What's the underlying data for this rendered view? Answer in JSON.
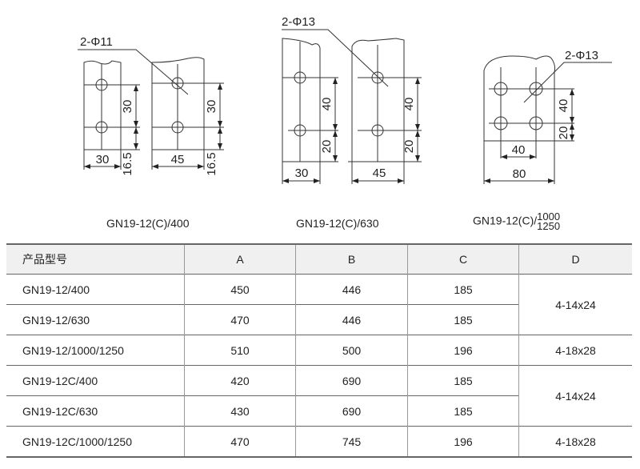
{
  "drawings": [
    {
      "model": "GN19-12(C)/400",
      "hole_label": "2-Φ11",
      "widths": [
        "30",
        "45"
      ],
      "spacing": "30",
      "edge": "16.5"
    },
    {
      "model": "GN19-12(C)/630",
      "hole_label": "2-Φ13",
      "widths": [
        "30",
        "45"
      ],
      "spacing": "40",
      "edge": "20"
    },
    {
      "model_prefix": "GN19-12(C)/",
      "model_num": "1000",
      "model_den": "1250",
      "hole_label": "2-Φ13",
      "inner_width": "40",
      "outer_width": "80",
      "spacing": "40",
      "edge": "20"
    }
  ],
  "table": {
    "headers": [
      "产品型号",
      "A",
      "B",
      "C",
      "D"
    ],
    "rows": [
      {
        "model": "GN19-12/400",
        "a": "450",
        "b": "446",
        "c": "185"
      },
      {
        "model": "GN19-12/630",
        "a": "470",
        "b": "446",
        "c": "185"
      },
      {
        "model": "GN19-12/1000/1250",
        "a": "510",
        "b": "500",
        "c": "196"
      },
      {
        "model": "GN19-12C/400",
        "a": "420",
        "b": "690",
        "c": "185"
      },
      {
        "model": "GN19-12C/630",
        "a": "430",
        "b": "690",
        "c": "185"
      },
      {
        "model": "GN19-12C/1000/1250",
        "a": "470",
        "b": "745",
        "c": "196"
      }
    ],
    "d_values": [
      "4-14x24",
      "4-18x28",
      "4-14x24",
      "4-18x28"
    ]
  }
}
